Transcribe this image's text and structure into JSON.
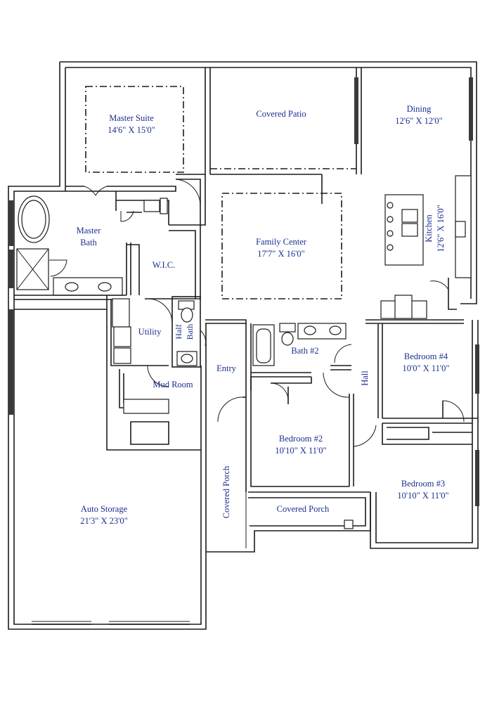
{
  "rooms": {
    "master_suite": {
      "name": "Master Suite",
      "dims": "14'6\" X 15'0\""
    },
    "covered_patio": {
      "name": "Covered Patio"
    },
    "dining": {
      "name": "Dining",
      "dims": "12'6\" X 12'0\""
    },
    "master_bath": {
      "name_line1": "Master",
      "name_line2": "Bath"
    },
    "wic": {
      "name": "W.I.C."
    },
    "family_center": {
      "name": "Family Center",
      "dims": "17'7\" X 16'0\""
    },
    "kitchen": {
      "name": "Kitchen",
      "dims": "12'6\" X 16'0\""
    },
    "utility": {
      "name": "Utility"
    },
    "half_bath": {
      "name_line1": "Half",
      "name_line2": "Bath"
    },
    "bath2": {
      "name": "Bath #2"
    },
    "hall": {
      "name": "Hall"
    },
    "bedroom4": {
      "name": "Bedroom #4",
      "dims": "10'0\" X 11'0\""
    },
    "entry": {
      "name": "Entry"
    },
    "mud_room": {
      "name": "Mud Room"
    },
    "bedroom2": {
      "name": "Bedroom #2",
      "dims": "10'10\" X 11'0\""
    },
    "covered_porch_side": {
      "name": "Covered Porch"
    },
    "covered_porch_front": {
      "name": "Covered Porch"
    },
    "bedroom3": {
      "name": "Bedroom #3",
      "dims": "10'10\" X 11'0\""
    },
    "auto_storage": {
      "name": "Auto Storage",
      "dims": "21'3\" X 23'0\""
    }
  }
}
